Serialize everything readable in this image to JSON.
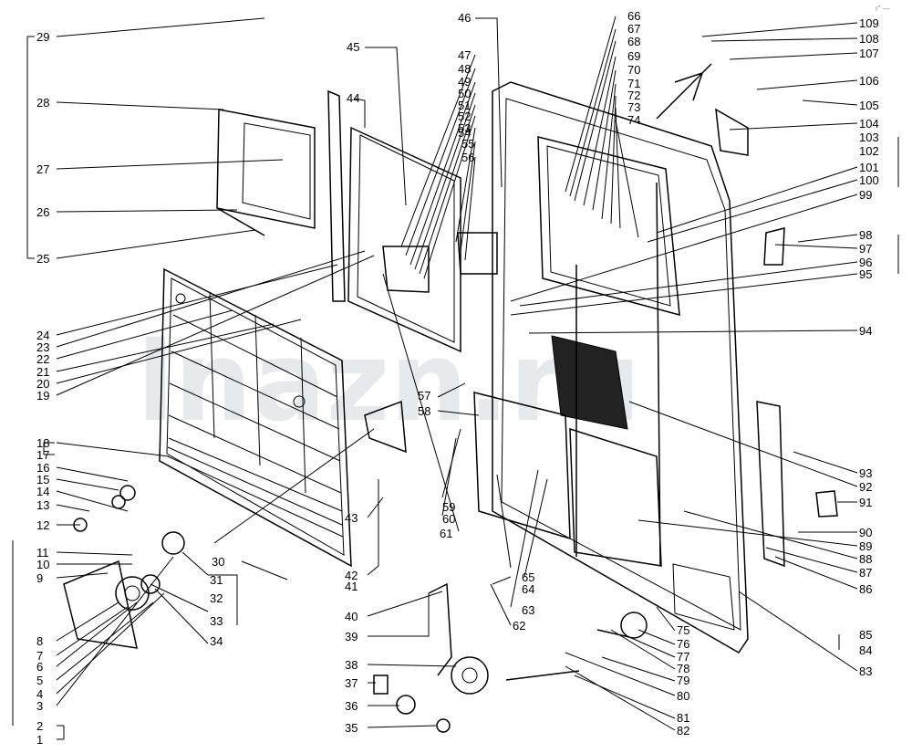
{
  "watermark": "lnazn.ru",
  "corner_mark": "r\" —",
  "labels_left": [
    {
      "id": "29",
      "text": "29"
    },
    {
      "id": "28",
      "text": "28"
    },
    {
      "id": "27",
      "text": "27"
    },
    {
      "id": "26",
      "text": "26"
    },
    {
      "id": "25",
      "text": "25"
    },
    {
      "id": "24",
      "text": "24"
    },
    {
      "id": "23",
      "text": "23"
    },
    {
      "id": "22",
      "text": "22"
    },
    {
      "id": "21",
      "text": "21"
    },
    {
      "id": "20",
      "text": "20"
    },
    {
      "id": "19",
      "text": "19"
    },
    {
      "id": "18",
      "text": "18"
    },
    {
      "id": "17",
      "text": "17"
    },
    {
      "id": "16",
      "text": "16"
    },
    {
      "id": "15",
      "text": "15"
    },
    {
      "id": "14",
      "text": "14"
    },
    {
      "id": "13",
      "text": "13"
    },
    {
      "id": "12",
      "text": "12"
    },
    {
      "id": "11",
      "text": "11"
    },
    {
      "id": "10",
      "text": "10"
    },
    {
      "id": "9",
      "text": "9"
    },
    {
      "id": "8",
      "text": "8"
    },
    {
      "id": "7",
      "text": "7"
    },
    {
      "id": "6",
      "text": "6"
    },
    {
      "id": "5",
      "text": "5"
    },
    {
      "id": "4",
      "text": "4"
    },
    {
      "id": "3",
      "text": "3"
    },
    {
      "id": "2",
      "text": "2"
    },
    {
      "id": "1",
      "text": "1"
    }
  ],
  "labels_center": [
    {
      "id": "30",
      "text": "30"
    },
    {
      "id": "31",
      "text": "31"
    },
    {
      "id": "32",
      "text": "32"
    },
    {
      "id": "33",
      "text": "33"
    },
    {
      "id": "34",
      "text": "34"
    },
    {
      "id": "35",
      "text": "35"
    },
    {
      "id": "36",
      "text": "36"
    },
    {
      "id": "37",
      "text": "37"
    },
    {
      "id": "38",
      "text": "38"
    },
    {
      "id": "39",
      "text": "39"
    },
    {
      "id": "40",
      "text": "40"
    },
    {
      "id": "41",
      "text": "41"
    },
    {
      "id": "42",
      "text": "42"
    },
    {
      "id": "43",
      "text": "43"
    },
    {
      "id": "44",
      "text": "44"
    },
    {
      "id": "45",
      "text": "45"
    },
    {
      "id": "46",
      "text": "46"
    },
    {
      "id": "47",
      "text": "47"
    },
    {
      "id": "48",
      "text": "48"
    },
    {
      "id": "49",
      "text": "49"
    },
    {
      "id": "50",
      "text": "50"
    },
    {
      "id": "51",
      "text": "51"
    },
    {
      "id": "52",
      "text": "52"
    },
    {
      "id": "53",
      "text": "53"
    },
    {
      "id": "54",
      "text": "54"
    },
    {
      "id": "55",
      "text": "55"
    },
    {
      "id": "56",
      "text": "56"
    },
    {
      "id": "57",
      "text": "57"
    },
    {
      "id": "58",
      "text": "58"
    },
    {
      "id": "59",
      "text": "59"
    },
    {
      "id": "60",
      "text": "60"
    },
    {
      "id": "61",
      "text": "61"
    },
    {
      "id": "62",
      "text": "62"
    },
    {
      "id": "63",
      "text": "63"
    },
    {
      "id": "64",
      "text": "64"
    },
    {
      "id": "65",
      "text": "65"
    },
    {
      "id": "66",
      "text": "66"
    },
    {
      "id": "67",
      "text": "67"
    },
    {
      "id": "68",
      "text": "68"
    },
    {
      "id": "69",
      "text": "69"
    },
    {
      "id": "70",
      "text": "70"
    },
    {
      "id": "71",
      "text": "71"
    },
    {
      "id": "72",
      "text": "72"
    },
    {
      "id": "73",
      "text": "73"
    },
    {
      "id": "74",
      "text": "74"
    }
  ],
  "labels_right": [
    {
      "id": "75",
      "text": "75"
    },
    {
      "id": "76",
      "text": "76"
    },
    {
      "id": "77",
      "text": "77"
    },
    {
      "id": "78",
      "text": "78"
    },
    {
      "id": "79",
      "text": "79"
    },
    {
      "id": "80",
      "text": "80"
    },
    {
      "id": "81",
      "text": "81"
    },
    {
      "id": "82",
      "text": "82"
    },
    {
      "id": "83",
      "text": "83"
    },
    {
      "id": "84",
      "text": "84"
    },
    {
      "id": "85",
      "text": "85"
    },
    {
      "id": "86",
      "text": "86"
    },
    {
      "id": "87",
      "text": "87"
    },
    {
      "id": "88",
      "text": "88"
    },
    {
      "id": "89",
      "text": "89"
    },
    {
      "id": "90",
      "text": "90"
    },
    {
      "id": "91",
      "text": "91"
    },
    {
      "id": "92",
      "text": "92"
    },
    {
      "id": "93",
      "text": "93"
    },
    {
      "id": "94",
      "text": "94"
    },
    {
      "id": "95",
      "text": "95"
    },
    {
      "id": "96",
      "text": "96"
    },
    {
      "id": "97",
      "text": "97"
    },
    {
      "id": "98",
      "text": "98"
    },
    {
      "id": "99",
      "text": "99"
    },
    {
      "id": "100",
      "text": "100"
    },
    {
      "id": "101",
      "text": "101"
    },
    {
      "id": "102",
      "text": "102"
    },
    {
      "id": "103",
      "text": "103"
    },
    {
      "id": "104",
      "text": "104"
    },
    {
      "id": "105",
      "text": "105"
    },
    {
      "id": "106",
      "text": "106"
    },
    {
      "id": "107",
      "text": "107"
    },
    {
      "id": "108",
      "text": "108"
    },
    {
      "id": "109",
      "text": "109"
    }
  ]
}
